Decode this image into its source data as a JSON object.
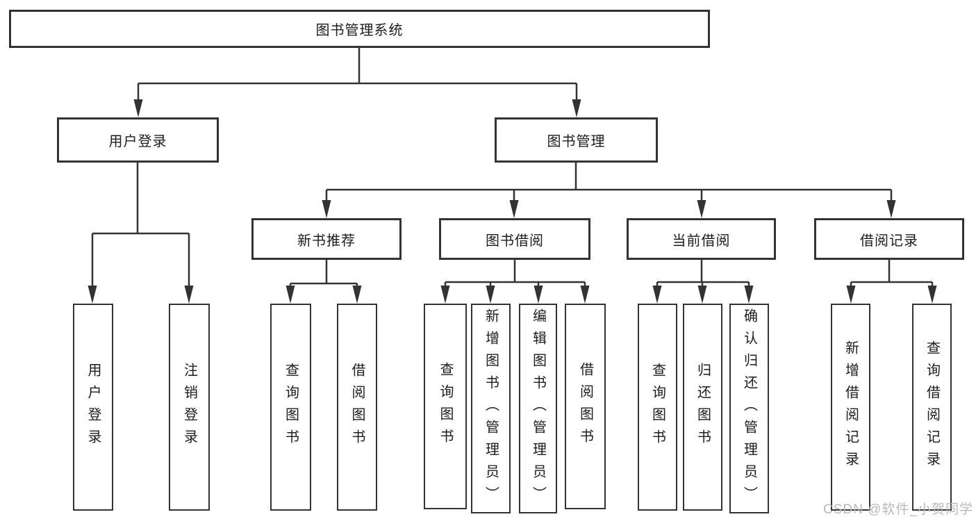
{
  "diagram": {
    "root": {
      "label": "图书管理系统"
    },
    "level2": [
      {
        "label": "用户登录"
      },
      {
        "label": "图书管理"
      }
    ],
    "level3": [
      {
        "label": "新书推荐"
      },
      {
        "label": "图书借阅"
      },
      {
        "label": "当前借阅"
      },
      {
        "label": "借阅记录"
      }
    ],
    "leaves": {
      "user_login": [
        {
          "label": "用户登录"
        },
        {
          "label": "注销登录"
        }
      ],
      "new_books": [
        {
          "label": "查询图书"
        },
        {
          "label": "借阅图书"
        }
      ],
      "book_borrow": [
        {
          "label": "查询图书"
        },
        {
          "label": "新增图书（管理员）"
        },
        {
          "label": "编辑图书（管理员）"
        },
        {
          "label": "借阅图书"
        }
      ],
      "current_borrow": [
        {
          "label": "查询图书"
        },
        {
          "label": "归还图书"
        },
        {
          "label": "确认归还（管理员）"
        }
      ],
      "borrow_records": [
        {
          "label": "新增借阅记录"
        },
        {
          "label": "查询借阅记录"
        }
      ]
    }
  },
  "watermark": {
    "text": "CSDN @软件_小贺同学"
  },
  "colors": {
    "line": "#333333",
    "box_border": "#333333",
    "box_background": "#ffffff",
    "text": "#1c1c1c",
    "watermark": "#b9b9b9"
  }
}
